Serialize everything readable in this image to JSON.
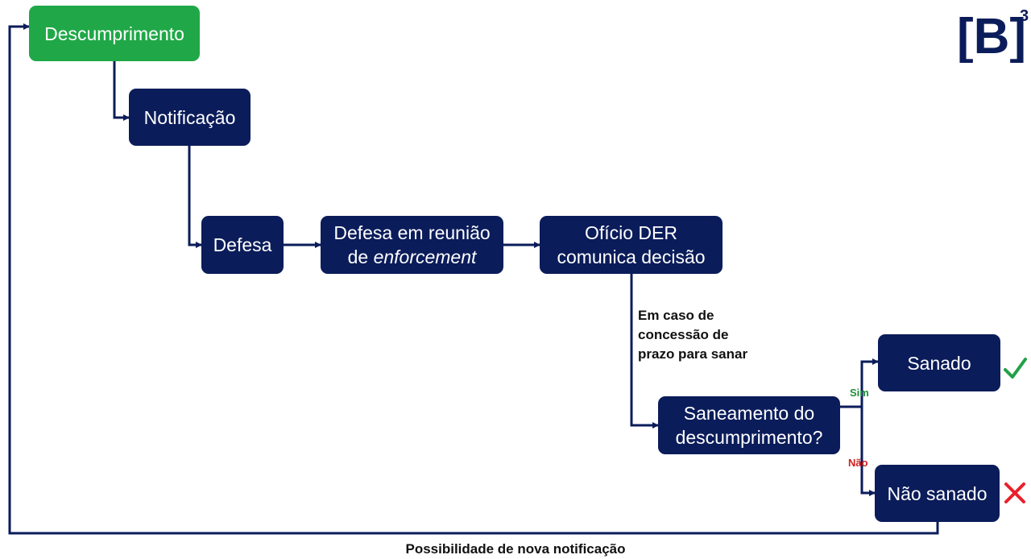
{
  "nodes": {
    "descumprimento": "Descumprimento",
    "notificacao": "Notificação",
    "defesa": "Defesa",
    "defesa_reuniao_line1": "Defesa em reunião",
    "defesa_reuniao_prefix": "de ",
    "defesa_reuniao_italic": "enforcement",
    "oficio_line1": "Ofício DER",
    "oficio_line2": "comunica decisão",
    "saneamento_line1": "Saneamento do",
    "saneamento_line2": "descumprimento?",
    "sanado": "Sanado",
    "nao_sanado": "Não sanado"
  },
  "annotations": {
    "concessao_line1": "Em caso de",
    "concessao_line2": "concessão de",
    "concessao_line3": "prazo para sanar",
    "sim": "Sim",
    "nao": "Não",
    "nova_notificacao": "Possibilidade de nova notificação"
  },
  "logo": {
    "text": "[B]",
    "superscript": "3"
  },
  "colors": {
    "navy": "#0b1c5a",
    "green": "#20a848",
    "check": "#22a046",
    "cross": "#e8202a",
    "sim_label": "#1f8f3a",
    "nao_label": "#d41e1e"
  }
}
